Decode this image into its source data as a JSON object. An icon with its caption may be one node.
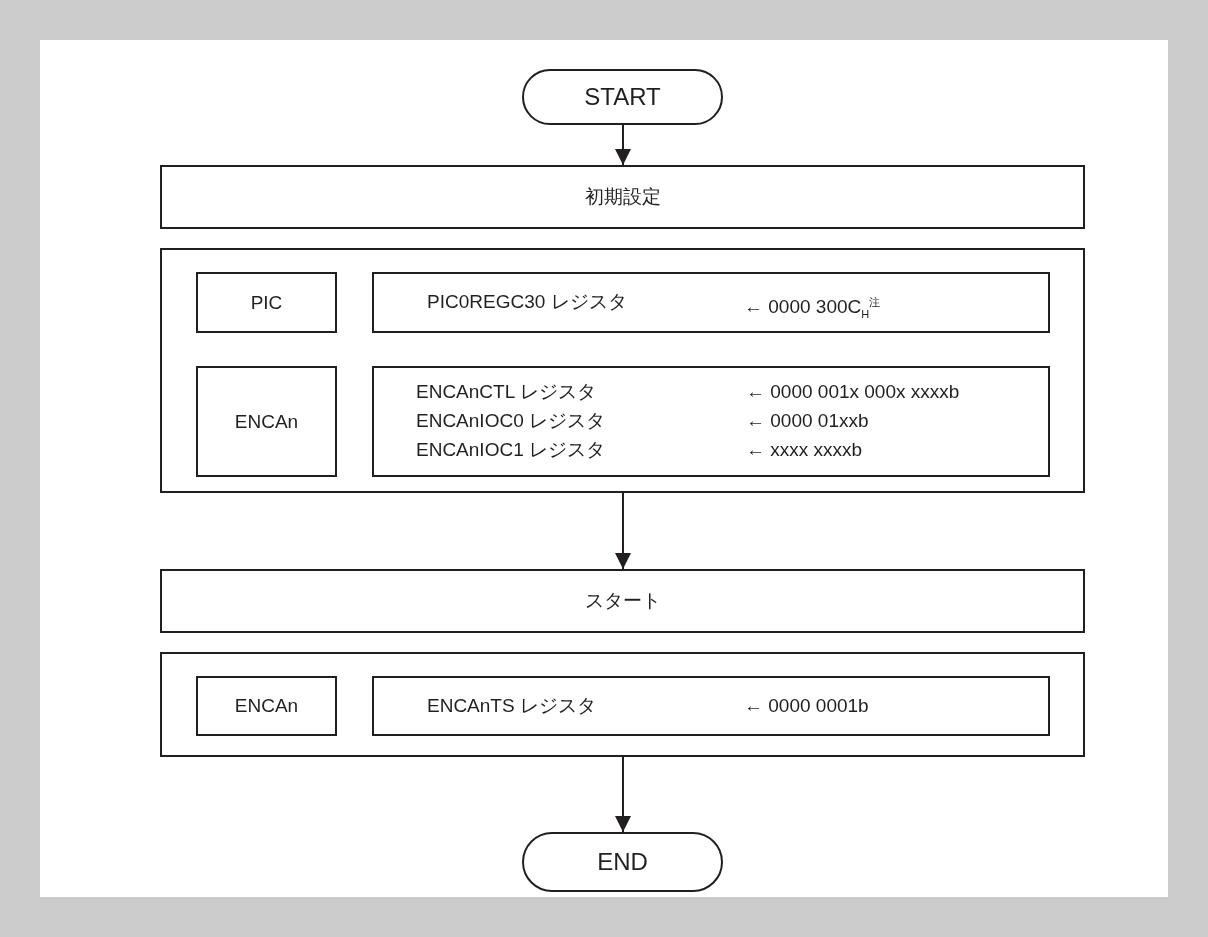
{
  "diagram": {
    "nodes": [
      {
        "text": [
          "START"
        ]
      },
      {
        "text": [
          "初期設定"
        ]
      },
      {
        "text": [],
        "shape": "box"
      },
      {
        "text": [
          "PIC"
        ],
        "in": 2
      },
      {
        "text": [
          "PIC0REGC30 レジスタ",
          "← 0000 300C$_{H}$$^{注}$"
        ],
        "in": 2
      },
      {
        "text": [
          "ENCAn"
        ],
        "in": 2
      },
      {
        "text": [
          "ENCAnCTL レジスタ",
          "← 0000 001x 000x xxxxb",
          "ENCAnIOC0 レジスタ",
          "← 0000 01xxb",
          "ENCAnIOC1 レジスタ",
          "← xxxx xxxxb"
        ],
        "in": 2
      },
      {
        "text": [
          "スタート"
        ]
      },
      {
        "text": [],
        "shape": "box"
      },
      {
        "text": [
          "ENCAn"
        ],
        "in": 8
      },
      {
        "text": [
          "ENCAnTS レジスタ",
          "← 0000 0001b"
        ],
        "in": 8
      },
      {
        "text": [
          "END"
        ]
      }
    ],
    "edges": [
      {
        "from": 0,
        "to": 1,
        "arrow": "to"
      },
      {
        "from": 2,
        "to": 7,
        "arrow": "to"
      },
      {
        "from": 8,
        "to": 11,
        "arrow": "to"
      }
    ]
  }
}
